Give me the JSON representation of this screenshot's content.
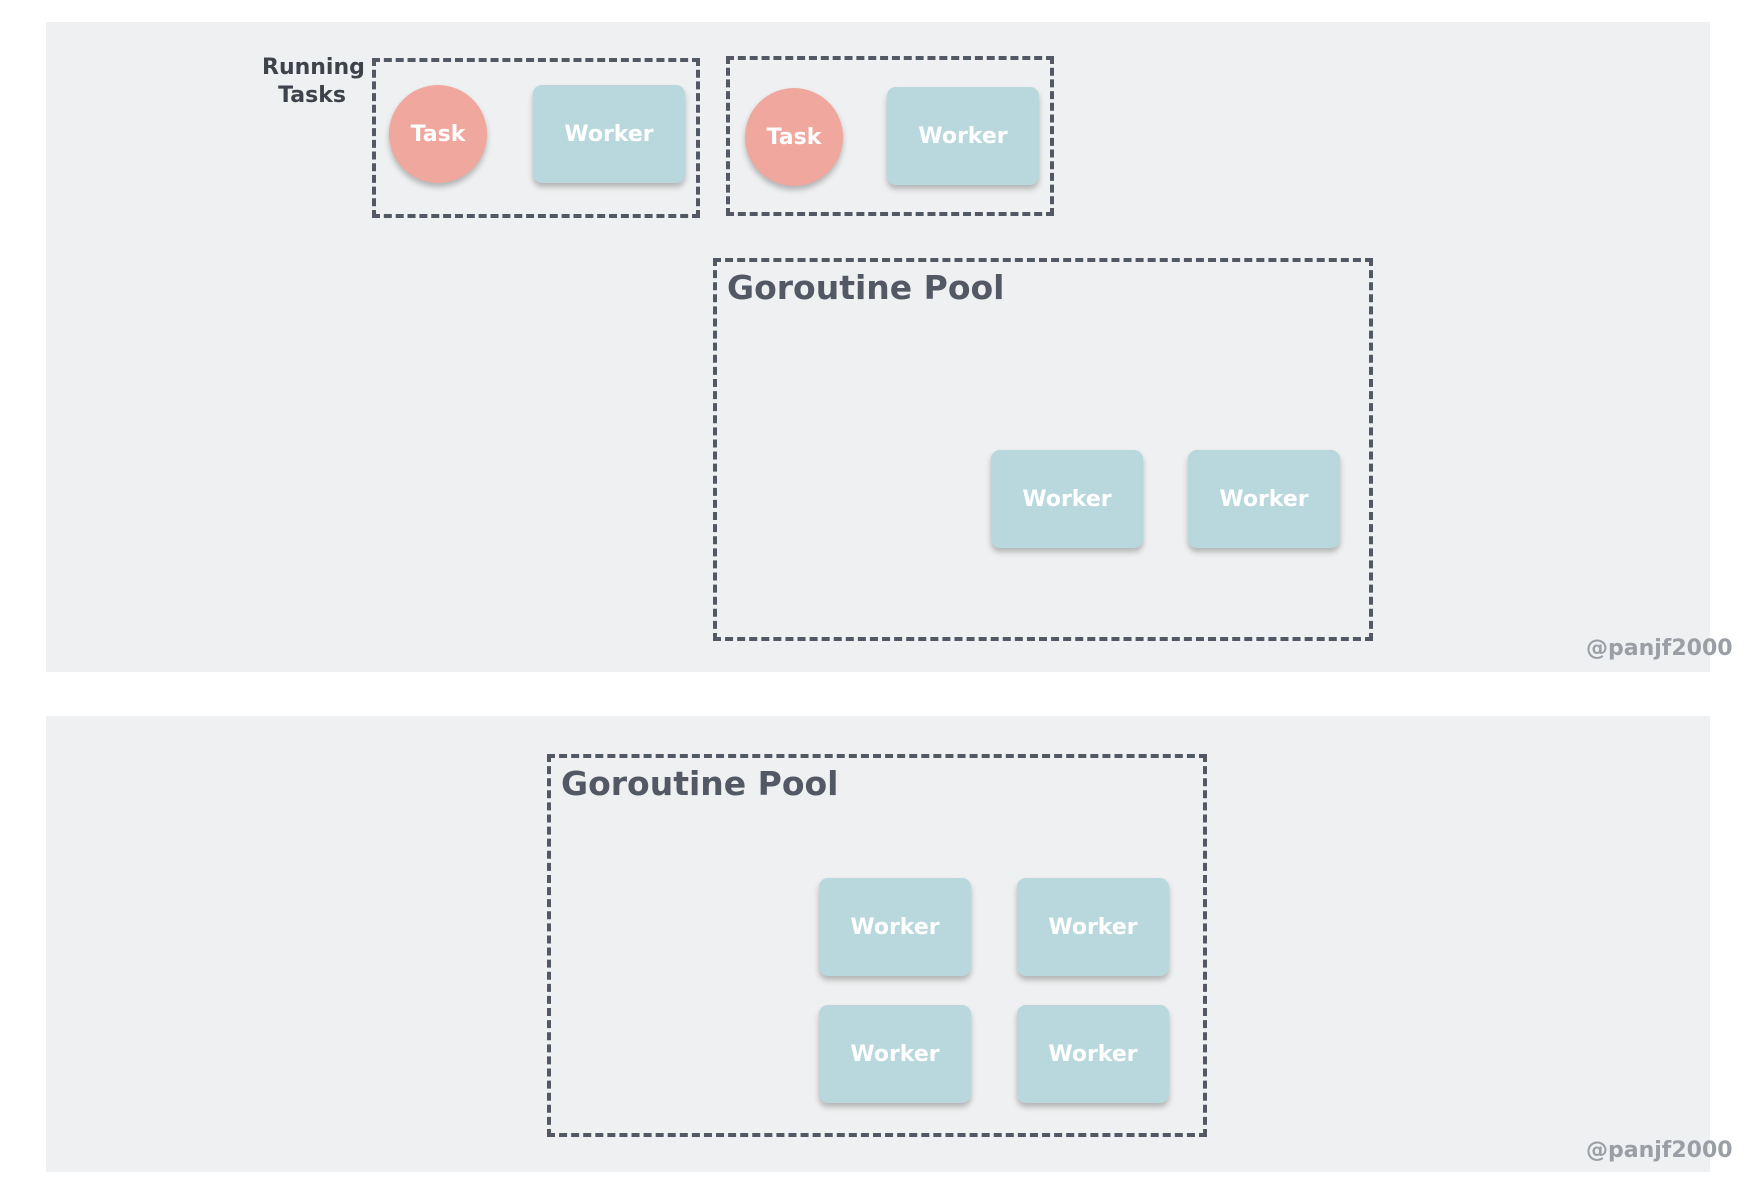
{
  "top_panel": {
    "running_label_line1": "Running",
    "running_label_line2": "Tasks",
    "running_pairs": [
      {
        "task": "Task",
        "worker": "Worker"
      },
      {
        "task": "Task",
        "worker": "Worker"
      }
    ],
    "pool": {
      "title": "Goroutine Pool",
      "workers": [
        "Worker",
        "Worker"
      ]
    },
    "watermark": "@panjf2000"
  },
  "bottom_panel": {
    "pool": {
      "title": "Goroutine Pool",
      "workers": [
        "Worker",
        "Worker",
        "Worker",
        "Worker"
      ]
    },
    "watermark": "@panjf2000"
  },
  "colors": {
    "panel_bg": "#eff0f1",
    "task": "#efa79e",
    "worker": "#b8d8de",
    "border": "#525965"
  }
}
